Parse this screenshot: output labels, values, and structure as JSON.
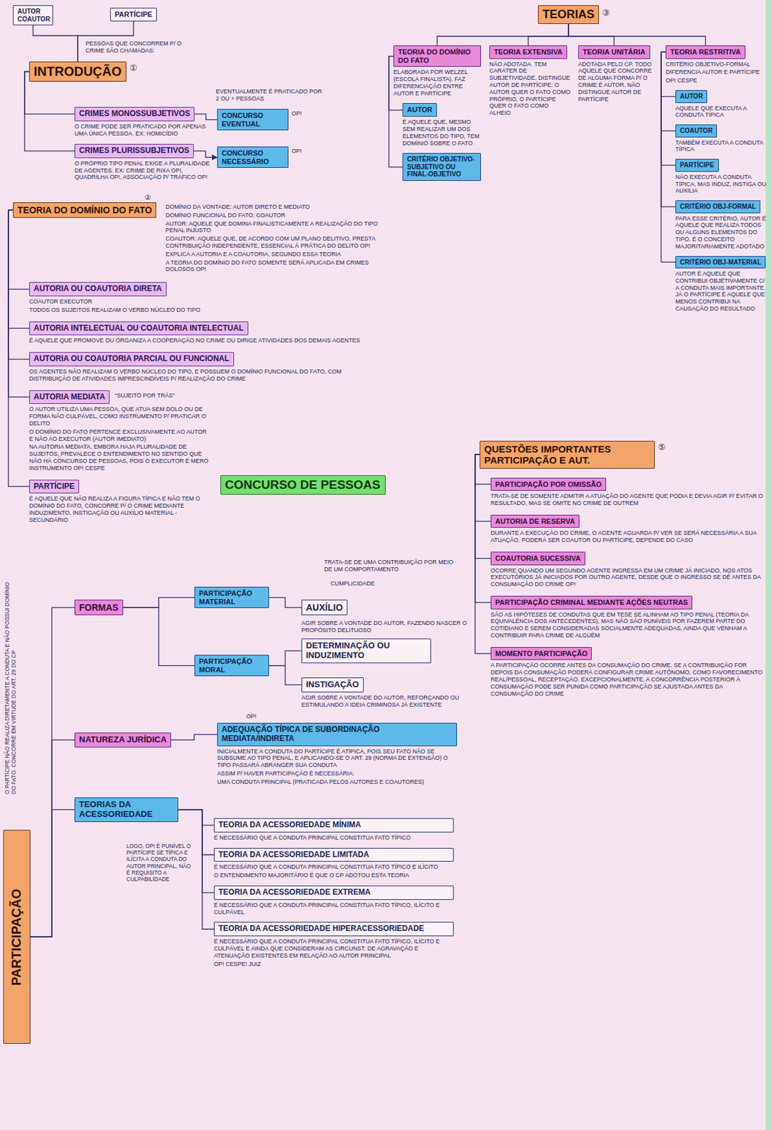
{
  "diagram": {
    "nodes": [
      {
        "text": [
          "AUTOR COAUTOR"
        ]
      },
      {
        "text": [
          "PARTÍCIPE"
        ]
      },
      {
        "text": [
          "INTRODUÇÃO"
        ]
      },
      {
        "text": [
          "CRIMES MONOSSUBJETIVOS",
          "O CRIME PODE SER PRATICADO POR APENAS UMA ÚNICA PESSOA. EX: HOMICÍDIO"
        ]
      },
      {
        "text": [
          "CONCURSO EVENTUAL"
        ]
      },
      {
        "text": [
          "CRIMES PLURISSUBJETIVOS",
          "O PRÓPRIO TIPO PENAL EXIGE A PLURALIDADE DE AGENTES. EX: CRIME DE RIXA OP!, QUADRILHA OP!, ASSOCIAÇÃO P/ TRÁFICO OP!"
        ]
      },
      {
        "text": [
          "CONCURSO NECESSÁRIO"
        ]
      },
      {
        "text": [
          "TEORIA DO DOMÍNIO DO FATO",
          "DOMÍNIO DA VONTADE: AUTOR DIRETO E MEDIATO",
          "DOMÍNIO FUNCIONAL DO FATO: COAUTOR",
          "AUTOR: AQUELE QUE DOMINA FINALISTICAMENTE A REALIZAÇÃO DO TIPO PENAL INJUSTO",
          "COAUTOR: AQUELE QUE, DE ACORDO COM UM PLANO DELITIVO, PRESTA CONTRIBUIÇÃO INDEPENDENTE, ESSENCIAL À PRÁTICA DO DELITO OP!",
          "EXPLICA A AUTORIA E A COAUTORIA, SEGUNDO ESSA TEORIA",
          "A TEORIA DO DOMÍNIO DO FATO SOMENTE SERÁ APLICADA EM CRIMES DOLOSOS OP!"
        ]
      },
      {
        "text": [
          "AUTORIA OU COAUTORIA DIRETA",
          "COAUTOR EXECUTOR",
          "TODOS OS SUJEITOS REALIZAM O VERBO NÚCLEO DO TIPO"
        ]
      },
      {
        "text": [
          "AUTORIA INTELECTUAL OU COAUTORIA INTELECTUAL",
          "É AQUELE QUE PROMOVE OU ORGANIZA A COOPERAÇÃO NO CRIME OU DIRIGE ATIVIDADES DOS DEMAIS AGENTES"
        ]
      },
      {
        "text": [
          "AUTORIA OU COAUTORIA PARCIAL OU FUNCIONAL",
          "OS AGENTES NÃO REALIZAM O VERBO NÚCLEO DO TIPO, E POSSUEM O DOMÍNIO FUNCIONAL DO FATO, COM DISTRIBUIÇÃO DE ATIVIDADES IMPRESCINDÍVEIS P/ REALIZAÇÃO DO CRIME"
        ]
      },
      {
        "text": [
          "AUTORIA MEDIATA",
          "O AUTOR UTILIZA UMA PESSOA, QUE ATUA SEM DOLO OU DE FORMA NÃO CULPÁVEL, COMO INSTRUMENTO P/ PRATICAR O DELITO",
          "O DOMÍNIO DO FATO PERTENCE EXCLUSIVAMENTE AO AUTOR E NÃO AO EXECUTOR (AUTOR IMEDIATO)",
          "NA AUTORIA MEDIATA, EMBORA HAJA PLURALIDADE DE SUJEITOS, PREVALECE O ENTENDIMENTO NO SENTIDO QUE NÃO HÁ CONCURSO DE PESSOAS, POIS O EXECUTOR É MERO INSTRUMENTO OP! CESPE"
        ]
      },
      {
        "text": [
          "PARTÍCIPE",
          "É AQUELE QUE NÃO REALIZA A FIGURA TÍPICA E NÃO TEM O DOMÍNIO DO FATO, CONCORRE P/ O CRIME MEDIANTE INDUZIMENTO, INSTIGAÇÃO OU AUXÍLIO MATERIAL - SECUNDÁRIO"
        ]
      },
      {
        "text": [
          "CONCURSO DE PESSOAS"
        ]
      },
      {
        "text": [
          "TEORIAS"
        ]
      },
      {
        "text": [
          "TEORIA DO DOMÍNIO DO FATO",
          "ELABORADA POR WELZEL (ESCOLA FINALISTA). FAZ DIFERENCIAÇÃO ENTRE AUTOR E PARTÍCIPE"
        ]
      },
      {
        "text": [
          "AUTOR",
          "É AQUELE QUE, MESMO SEM REALIZAR UM DOS ELEMENTOS DO TIPO, TEM DOMÍNIO SOBRE O FATO"
        ]
      },
      {
        "text": [
          "CRITÉRIO OBJETIVO-SUBJETIVO OU FINAL-OBJETIVO"
        ]
      },
      {
        "text": [
          "TEORIA EXTENSIVA",
          "NÃO ADOTADA. TEM CARÁTER DE SUBJETIVIDADE. DISTINGUE AUTOR DE PARTÍCIPE: O AUTOR QUER O FATO COMO PRÓPRIO, O PARTÍCIPE QUER O FATO COMO ALHEIO"
        ]
      },
      {
        "text": [
          "TEORIA UNITÁRIA",
          "ADOTADA PELO CP. TODO AQUELE QUE CONCORRE DE ALGUMA FORMA P/ O CRIME É AUTOR. NÃO DISTINGUE AUTOR DE PARTÍCIPE"
        ]
      },
      {
        "text": [
          "TEORIA RESTRITIVA",
          "CRITÉRIO OBJETIVO-FORMAL",
          "DIFERENCIA AUTOR E PARTÍCIPE",
          "OP! CESPE"
        ]
      },
      {
        "text": [
          "AUTOR",
          "AQUELE QUE EXECUTA A CONDUTA TÍPICA"
        ]
      },
      {
        "text": [
          "COAUTOR",
          "TAMBÉM EXECUTA A CONDUTA TÍPICA"
        ]
      },
      {
        "text": [
          "PARTÍCIPE",
          "NÃO EXECUTA A CONDUTA TÍPICA, MAS INDUZ, INSTIGA OU AUXILIA"
        ]
      },
      {
        "text": [
          "CRITÉRIO OBJ-FORMAL",
          "PARA ESSE CRITÉRIO, AUTOR É AQUELE QUE REALIZA TODOS OU ALGUNS ELEMENTOS DO TIPO. É O CONCEITO MAJORITARIAMENTE ADOTADO"
        ]
      },
      {
        "text": [
          "CRITÉRIO OBJ-MATERIAL",
          "AUTOR É AQUELE QUE CONTRIBUI OBJETIVAMENTE C/ A CONDUTA MAIS IMPORTANTE. JÁ O PARTÍCIPE É AQUELE QUE MENOS CONTRIBUI NA CAUSAÇÃO DO RESULTADO"
        ]
      },
      {
        "text": [
          "QUESTÕES IMPORTANTES PARTICIPAÇÃO E AUT."
        ]
      },
      {
        "text": [
          "PARTICIPAÇÃO POR OMISSÃO",
          "TRATA-SE DE SOMENTE ADMITIR A ATUAÇÃO DO AGENTE QUE PODIA E DEVIA AGIR P/ EVITAR O RESULTADO, MAS SE OMITE NO CRIME DE OUTREM"
        ]
      },
      {
        "text": [
          "AUTORIA DE RESERVA",
          "DURANTE A EXECUÇÃO DO CRIME, O AGENTE AGUARDA P/ VER SE SERÁ NECESSÁRIA A SUA ATUAÇÃO. PODERÁ SER COAUTOR OU PARTÍCIPE, DEPENDE DO CASO"
        ]
      },
      {
        "text": [
          "COAUTORIA SUCESSIVA",
          "OCORRE QUANDO UM SEGUNDO AGENTE INGRESSA EM UM CRIME JÁ INICIADO, NOS ATOS EXECUTÓRIOS JÁ INICIADOS POR OUTRO AGENTE, DESDE QUE O INGRESSO SE DÊ ANTES DA CONSUMAÇÃO DO CRIME OP!"
        ]
      },
      {
        "text": [
          "PARTICIPAÇÃO CRIMINAL MEDIANTE AÇÕES NEUTRAS",
          "SÃO AS HIPÓTESES DE CONDUTAS QUE EM TESE SE ALINHAM AO TIPO PENAL (TEORIA DA EQUIVALÊNCIA DOS ANTECEDENTES), MAS NÃO SÃO PUNÍVEIS POR FAZEREM PARTE DO COTIDIANO E SEREM CONSIDERADAS SOCIALMENTE ADEQUADAS, AINDA QUE VENHAM A CONTRIBUIR PARA CRIME DE ALGUÉM"
        ]
      },
      {
        "text": [
          "MOMENTO PARTICIPAÇÃO",
          "A PARTICIPAÇÃO OCORRE ANTES DA CONSUMAÇÃO DO CRIME. SE A CONTRIBUIÇÃO FOR DEPOIS DA CONSUMAÇÃO PODERÁ CONFIGURAR CRIME AUTÔNOMO, COMO FAVORECIMENTO REAL/PESSOAL, RECEPTAÇÃO. EXCEPCIONALMENTE, A CONCORRÊNCIA POSTERIOR À CONSUMAÇÃO PODE SER PUNIDA COMO PARTICIPAÇÃO SE AJUSTADA ANTES DA CONSUMAÇÃO DO CRIME"
        ]
      },
      {
        "text": [
          "PARTICIPAÇÃO"
        ]
      },
      {
        "text": [
          "FORMAS"
        ]
      },
      {
        "text": [
          "PARTICIPAÇÃO MATERIAL"
        ]
      },
      {
        "text": [
          "AUXÍLIO"
        ]
      },
      {
        "text": [
          "PARTICIPAÇÃO MORAL"
        ]
      },
      {
        "text": [
          "DETERMINAÇÃO OU INDUZIMENTO"
        ]
      },
      {
        "text": [
          "INSTIGAÇÃO",
          "AGIR SOBRE A VONTADE DO AUTOR, REFORÇANDO OU ESTIMULANDO A IDEIA CRIMINOSA JÁ EXISTENTE"
        ]
      },
      {
        "text": [
          "NATUREZA JURÍDICA"
        ]
      },
      {
        "text": [
          "ADEQUAÇÃO TÍPICA DE SUBORDINAÇÃO MEDIATA/INDIRETA",
          "INICIALMENTE A CONDUTA DO PARTÍCIPE É ATÍPICA, POIS SEU FATO NÃO SE SUBSUME AO TIPO PENAL, E APLICANDO-SE O ART. 29 (NORMA DE EXTENSÃO) O TIPO PASSARÁ ABRANGER SUA CONDUTA",
          "ASSIM P/ HAVER PARTICIPAÇÃO É NECESSÁRIA:",
          "UMA CONDUTA PRINCIPAL (PRATICADA PELOS AUTORES E COAUTORES)"
        ]
      },
      {
        "text": [
          "TEORIAS DA ACESSORIEDADE"
        ]
      },
      {
        "text": [
          "TEORIA DA ACESSORIEDADE MÍNIMA",
          "É NECESSÁRIO QUE A CONDUTA PRINCIPAL CONSTITUA FATO TÍPICO"
        ]
      },
      {
        "text": [
          "TEORIA DA ACESSORIEDADE LIMITADA",
          "É NECESSÁRIO QUE A CONDUTA PRINCIPAL CONSTITUA FATO TÍPICO E ILÍCITO",
          "O ENTENDIMENTO MAJORITÁRIO É QUE O CP ADOTOU ESTA TEORIA"
        ]
      },
      {
        "text": [
          "TEORIA DA ACESSORIEDADE EXTREMA",
          "É NECESSÁRIO QUE A CONDUTA PRINCIPAL CONSTITUA FATO TÍPICO, ILÍCITO E CULPÁVEL"
        ]
      },
      {
        "text": [
          "TEORIA DA ACESSORIEDADE HIPERACESSORIEDADE",
          "É NECESSÁRIO QUE A CONDUTA PRINCIPAL CONSTITUA FATO TÍPICO, ILÍCITO E CULPÁVEL E AINDA QUE CONSIDERAM AS CIRCUNST. DE AGRAVAÇÃO E ATENUAÇÃO EXISTENTES EM RELAÇÃO AO AUTOR PRINCIPAL",
          "OP! CESPE! JUIZ"
        ]
      }
    ],
    "edges": [
      {
        "from": 0,
        "to": 2,
        "arrow": "none"
      },
      {
        "from": 1,
        "to": 2,
        "arrow": "none"
      },
      {
        "from": 2,
        "to": 3,
        "arrow": "none"
      },
      {
        "from": 2,
        "to": 5,
        "arrow": "none"
      },
      {
        "from": 3,
        "to": 4,
        "arrow": "none"
      },
      {
        "from": 5,
        "to": 6,
        "arrow": "to"
      },
      {
        "from": 7,
        "to": 8,
        "arrow": "none"
      },
      {
        "from": 7,
        "to": 9,
        "arrow": "none"
      },
      {
        "from": 7,
        "to": 10,
        "arrow": "none"
      },
      {
        "from": 7,
        "to": 11,
        "arrow": "none"
      },
      {
        "from": 7,
        "to": 12,
        "arrow": "none"
      },
      {
        "from": 14,
        "to": 15,
        "arrow": "none"
      },
      {
        "from": 14,
        "to": 18,
        "arrow": "none"
      },
      {
        "from": 14,
        "to": 19,
        "arrow": "none"
      },
      {
        "from": 14,
        "to": 20,
        "arrow": "none"
      },
      {
        "from": 15,
        "to": 16,
        "arrow": "none"
      },
      {
        "from": 15,
        "to": 17,
        "arrow": "none"
      },
      {
        "from": 20,
        "to": 21,
        "arrow": "none"
      },
      {
        "from": 20,
        "to": 22,
        "arrow": "none"
      },
      {
        "from": 20,
        "to": 23,
        "arrow": "none"
      },
      {
        "from": 20,
        "to": 24,
        "arrow": "none"
      },
      {
        "from": 20,
        "to": 25,
        "arrow": "none"
      },
      {
        "from": 26,
        "to": 27,
        "arrow": "none"
      },
      {
        "from": 26,
        "to": 28,
        "arrow": "none"
      },
      {
        "from": 26,
        "to": 29,
        "arrow": "none"
      },
      {
        "from": 26,
        "to": 30,
        "arrow": "none"
      },
      {
        "from": 26,
        "to": 31,
        "arrow": "none"
      },
      {
        "from": 32,
        "to": 33,
        "arrow": "none"
      },
      {
        "from": 32,
        "to": 39,
        "arrow": "none"
      },
      {
        "from": 32,
        "to": 41,
        "arrow": "none"
      },
      {
        "from": 33,
        "to": 34,
        "arrow": "none"
      },
      {
        "from": 33,
        "to": 36,
        "arrow": "none"
      },
      {
        "from": 34,
        "to": 35,
        "arrow": "none"
      },
      {
        "from": 36,
        "to": 37,
        "arrow": "none"
      },
      {
        "from": 36,
        "to": 38,
        "arrow": "none"
      },
      {
        "from": 39,
        "to": 40,
        "arrow": "none"
      },
      {
        "from": 41,
        "to": 42,
        "arrow": "none"
      },
      {
        "from": 41,
        "to": 43,
        "arrow": "none"
      },
      {
        "from": 41,
        "to": 44,
        "arrow": "none"
      },
      {
        "from": 41,
        "to": 45,
        "arrow": "none"
      }
    ],
    "labels": [
      "PESSOAS QUE CONCORREM P/ O CRIME SÃO CHAMADAS:",
      "①",
      "EVENTUALMENTE É PRATICADO POR 2 OU + PESSOAS",
      "OP!",
      "OP!",
      "②",
      "“SUJEITO POR TRÁS”",
      "③",
      "⑤",
      "O PARTÍCIPE NÃO REALIZA DIRETAMENTE A CONDUTA E NÃO POSSUI DOMÍNIO DO FATO. CONCORRE EM VIRTUDE DO ART. 29 DO CP",
      "TRATA-SE DE UMA CONTRIBUIÇÃO POR MEIO DE UM COMPORTAMENTO",
      "CUMPLICIDADE",
      "AGIR SOBRE A VONTADE DO AUTOR, FAZENDO NASCER O PROPÓSITO DELITUOSO",
      "OP!",
      "LOGO, OP! É PUNÍVEL O PARTÍCIPE SE TÍPICA E ILÍCITA A CONDUTA DO AUTOR PRINCIPAL. NÃO É REQUISITO A CULPABILIDADE"
    ]
  }
}
